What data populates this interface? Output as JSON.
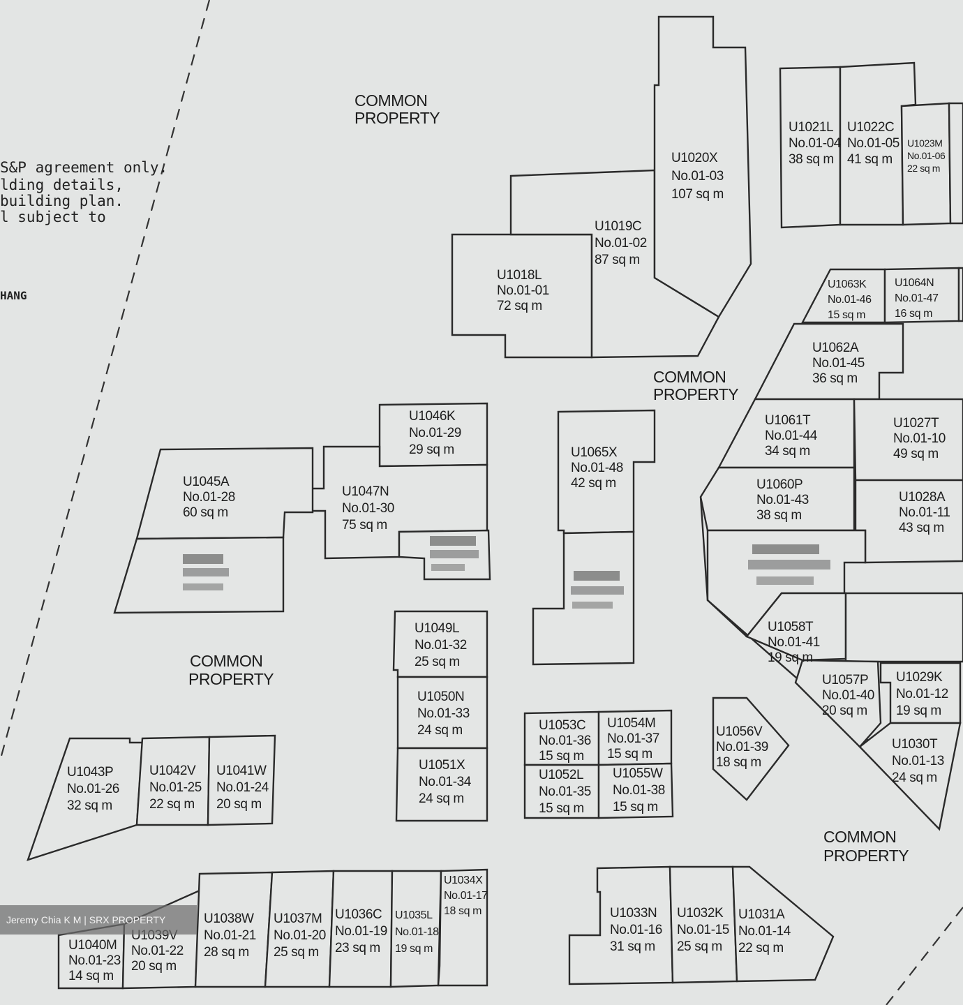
{
  "notes": [
    "S&P agreement only.",
    "lding details,",
    "building plan.",
    "l subject to"
  ],
  "note_fragment": "HANG",
  "common_property": [
    [
      "COMMON",
      "PROPERTY"
    ],
    [
      "COMMON",
      "PROPERTY"
    ],
    [
      "COMMON",
      "PROPERTY"
    ],
    [
      "COMMON",
      "PROPERTY"
    ]
  ],
  "units": [
    {
      "id": "U1018L",
      "no": "No.01-01",
      "area": "72 sq m"
    },
    {
      "id": "U1019C",
      "no": "No.01-02",
      "area": "87 sq m"
    },
    {
      "id": "U1020X",
      "no": "No.01-03",
      "area": "107 sq m"
    },
    {
      "id": "U1021L",
      "no": "No.01-04",
      "area": "38 sq m"
    },
    {
      "id": "U1022C",
      "no": "No.01-05",
      "area": "41 sq m"
    },
    {
      "id": "U1023M",
      "no": "No.01-06",
      "area": "22 sq m"
    },
    {
      "id": "U1063K",
      "no": "No.01-46",
      "area": "15 sq m"
    },
    {
      "id": "U1064N",
      "no": "No.01-47",
      "area": "16 sq m"
    },
    {
      "id": "U1062A",
      "no": "No.01-45",
      "area": "36 sq m"
    },
    {
      "id": "U1061T",
      "no": "No.01-44",
      "area": "34 sq m"
    },
    {
      "id": "U1027T",
      "no": "No.01-10",
      "area": "49 sq m"
    },
    {
      "id": "U1060P",
      "no": "No.01-43",
      "area": "38 sq m"
    },
    {
      "id": "U1028A",
      "no": "No.01-11",
      "area": "43 sq m"
    },
    {
      "id": "U1046K",
      "no": "No.01-29",
      "area": "29 sq m"
    },
    {
      "id": "U1045A",
      "no": "No.01-28",
      "area": "60 sq m"
    },
    {
      "id": "U1047N",
      "no": "No.01-30",
      "area": "75 sq m"
    },
    {
      "id": "U1065X",
      "no": "No.01-48",
      "area": "42 sq m"
    },
    {
      "id": "U1049L",
      "no": "No.01-32",
      "area": "25 sq m"
    },
    {
      "id": "U1050N",
      "no": "No.01-33",
      "area": "24 sq m"
    },
    {
      "id": "U1051X",
      "no": "No.01-34",
      "area": "24 sq m"
    },
    {
      "id": "U1058T",
      "no": "No.01-41",
      "area": "19 sq m"
    },
    {
      "id": "U1057P",
      "no": "No.01-40",
      "area": "20 sq m"
    },
    {
      "id": "U1029K",
      "no": "No.01-12",
      "area": "19 sq m"
    },
    {
      "id": "U1030T",
      "no": "No.01-13",
      "area": "24 sq m"
    },
    {
      "id": "U1056V",
      "no": "No.01-39",
      "area": "18 sq m"
    },
    {
      "id": "U1053C",
      "no": "No.01-36",
      "area": "15 sq m"
    },
    {
      "id": "U1054M",
      "no": "No.01-37",
      "area": "15 sq m"
    },
    {
      "id": "U1052L",
      "no": "No.01-35",
      "area": "15 sq m"
    },
    {
      "id": "U1055W",
      "no": "No.01-38",
      "area": "15 sq m"
    },
    {
      "id": "U1043P",
      "no": "No.01-26",
      "area": "32 sq m"
    },
    {
      "id": "U1042V",
      "no": "No.01-25",
      "area": "22 sq m"
    },
    {
      "id": "U1041W",
      "no": "No.01-24",
      "area": "20 sq m"
    },
    {
      "id": "U1040M",
      "no": "No.01-23",
      "area": "14 sq m"
    },
    {
      "id": "U1039V",
      "no": "No.01-22",
      "area": "20 sq m"
    },
    {
      "id": "U1038W",
      "no": "No.01-21",
      "area": "28 sq m"
    },
    {
      "id": "U1037M",
      "no": "No.01-20",
      "area": "25 sq m"
    },
    {
      "id": "U1036C",
      "no": "No.01-19",
      "area": "23 sq m"
    },
    {
      "id": "U1035L",
      "no": "No.01-18",
      "area": "19 sq m"
    },
    {
      "id": "U1034X",
      "no": "No.01-17",
      "area": "18 sq m"
    },
    {
      "id": "U1033N",
      "no": "No.01-16",
      "area": "31 sq m"
    },
    {
      "id": "U1032K",
      "no": "No.01-15",
      "area": "25 sq m"
    },
    {
      "id": "U1031A",
      "no": "No.01-14",
      "area": "22 sq m"
    }
  ],
  "watermark": "Jeremy Chia K M | SRX PROPERTY"
}
